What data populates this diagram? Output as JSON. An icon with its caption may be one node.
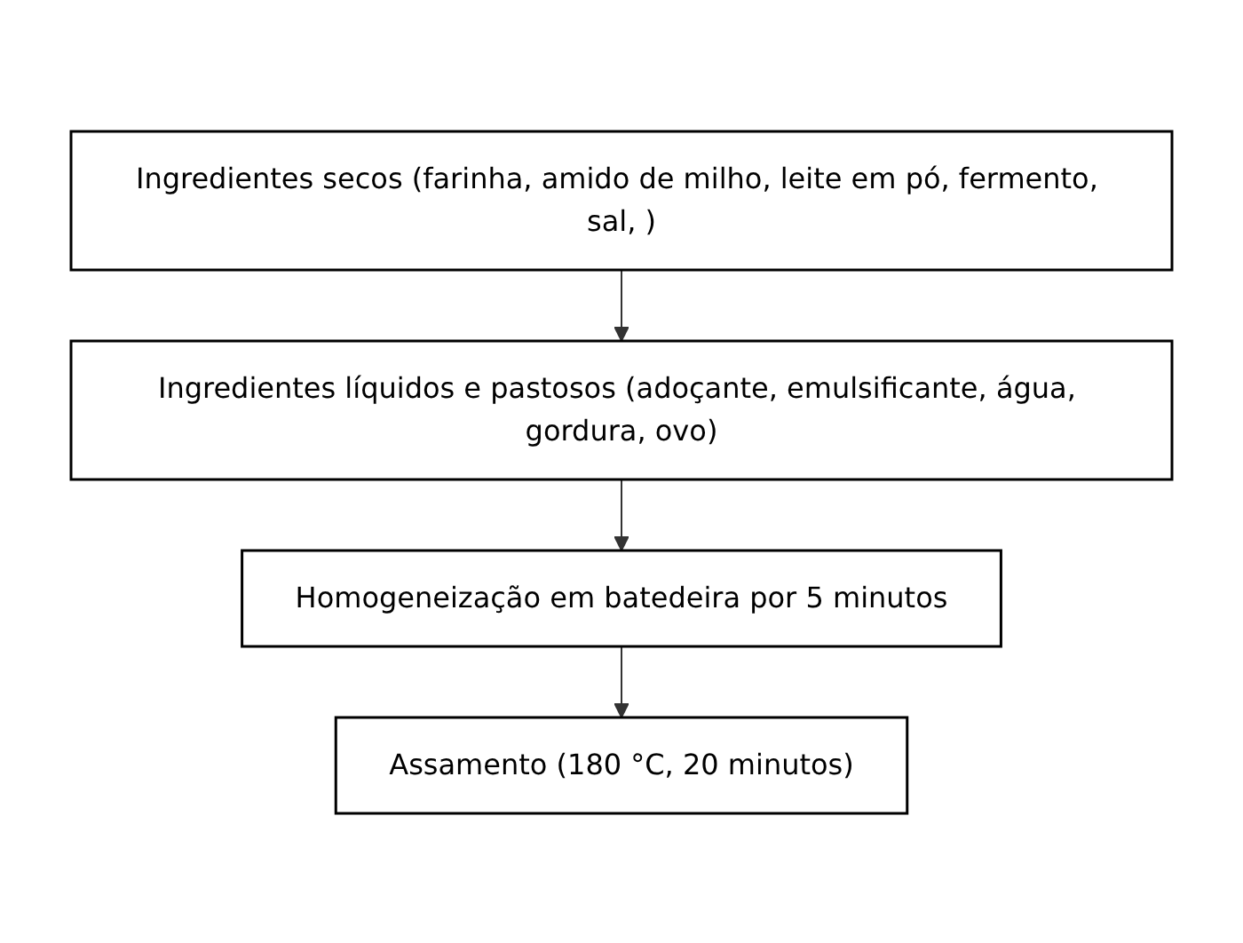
{
  "diagram": {
    "nodes": [
      {
        "text": [
          "Ingredientes secos (farinha, amido de milho, leite em pó, fermento, sal, )"
        ]
      },
      {
        "text": [
          "Ingredientes líquidos e pastosos (adoçante, emulsificante, água, gordura, ovo)"
        ]
      },
      {
        "text": [
          "Homogeneização em batedeira por 5 minutos"
        ]
      },
      {
        "text": [
          "Assamento (180 °C, 20 minutos)"
        ]
      }
    ],
    "edges": [
      {
        "from": 0,
        "to": 1,
        "arrow": "to"
      },
      {
        "from": 1,
        "to": 2,
        "arrow": "to"
      },
      {
        "from": 2,
        "to": 3,
        "arrow": "to"
      }
    ]
  }
}
